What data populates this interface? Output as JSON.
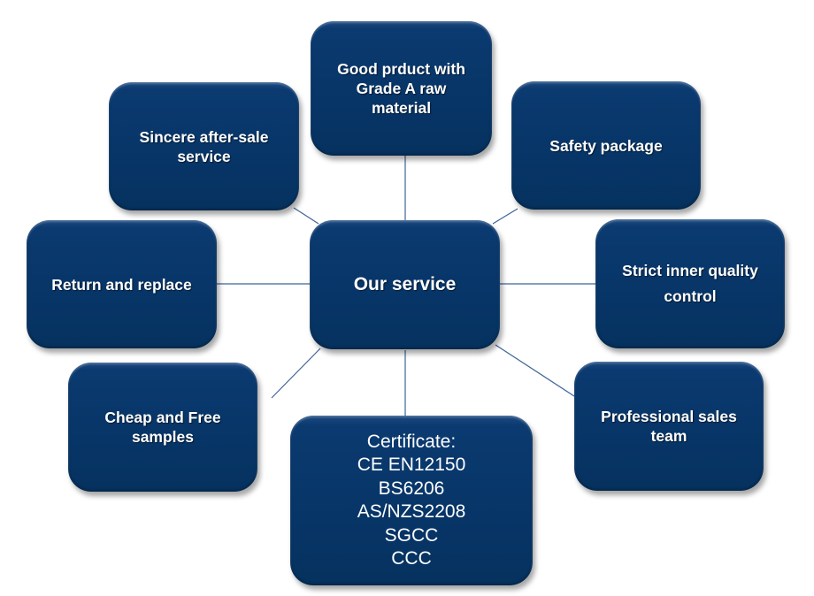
{
  "diagram": {
    "type": "hub-and-spoke",
    "center": {
      "label": "Our service"
    },
    "nodes": [
      {
        "id": "good-product",
        "label": "Good prduct with\nGrade A raw\nmaterial"
      },
      {
        "id": "safety-package",
        "label": "Safety package"
      },
      {
        "id": "strict-quality",
        "label": "Strict inner quality\ncontrol"
      },
      {
        "id": "professional-sales",
        "label": "Professional  sales\nteam"
      },
      {
        "id": "certificate",
        "label": "Certificate:\nCE EN12150\nBS6206\nAS/NZS2208\nSGCC\nCCC"
      },
      {
        "id": "cheap-samples",
        "label": "Cheap and Free\nsamples"
      },
      {
        "id": "return-replace",
        "label": "Return and  replace"
      },
      {
        "id": "after-sale",
        "label": "Sincere after-sale\nservice"
      }
    ],
    "colors": {
      "box": "#073567",
      "text": "#ffffff",
      "connector": "#3e6496",
      "background": "#ffffff"
    }
  }
}
